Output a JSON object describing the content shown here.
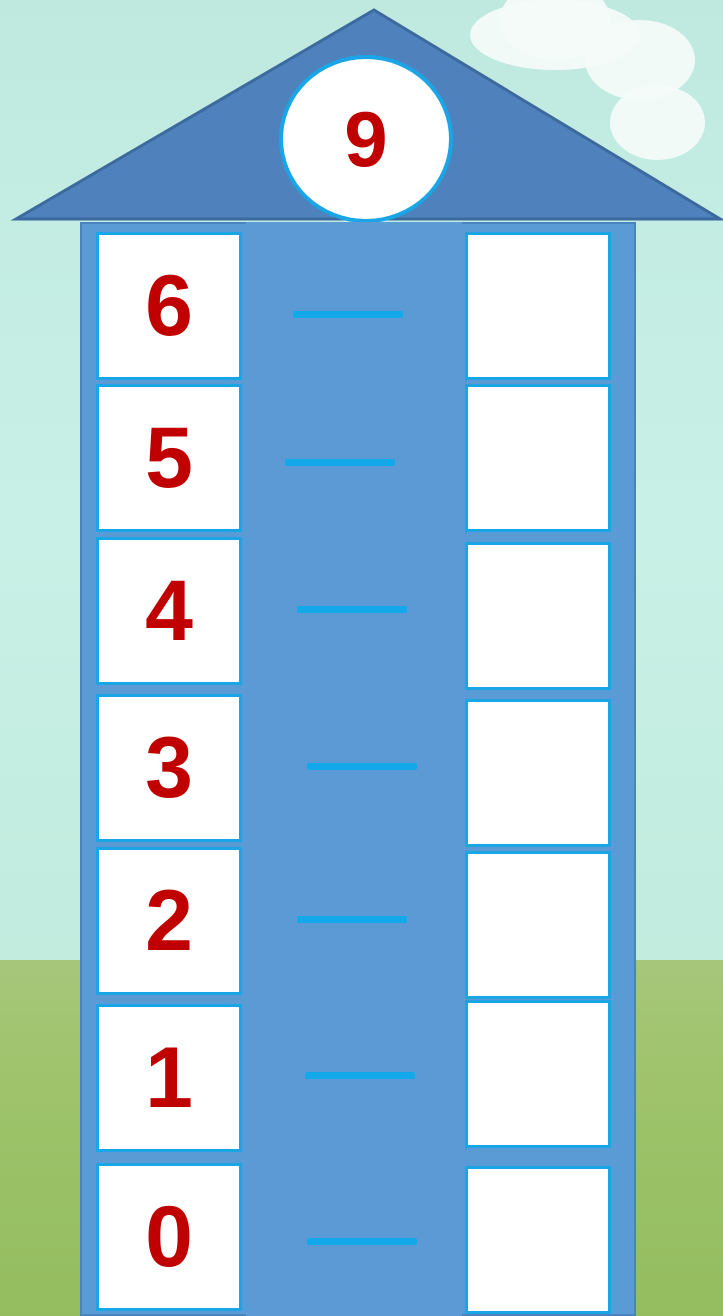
{
  "house": {
    "total": "9",
    "rows": [
      {
        "left": "6",
        "operator": "minus",
        "right": ""
      },
      {
        "left": "5",
        "operator": "minus",
        "right": ""
      },
      {
        "left": "4",
        "operator": "minus",
        "right": ""
      },
      {
        "left": "3",
        "operator": "minus",
        "right": ""
      },
      {
        "left": "2",
        "operator": "minus",
        "right": ""
      },
      {
        "left": "1",
        "operator": "minus",
        "right": ""
      },
      {
        "left": "0",
        "operator": "minus",
        "right": ""
      }
    ]
  },
  "colors": {
    "roof": "#4f81bd",
    "wall": "#5b9bd5",
    "cell_border": "#1aa6e6",
    "number": "#c00000",
    "dash": "#13a8ea"
  }
}
